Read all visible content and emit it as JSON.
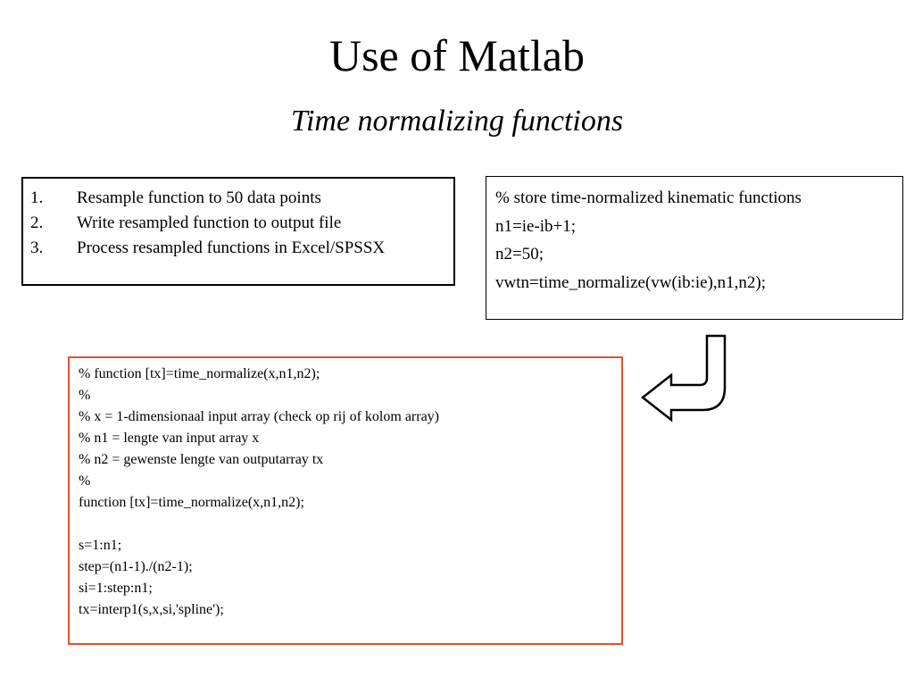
{
  "slide": {
    "title": "Use of Matlab",
    "subtitle": "Time normalizing functions"
  },
  "steps": [
    {
      "num": "1.",
      "text": "Resample function to 50 data points"
    },
    {
      "num": "2.",
      "text": "Write resampled function to output file"
    },
    {
      "num": "3.",
      "text": "Process resampled functions in Excel/SPSSX"
    }
  ],
  "call_code": [
    "% store time-normalized kinematic functions",
    "n1=ie-ib+1;",
    "n2=50;",
    "vwtn=time_normalize(vw(ib:ie),n1,n2);"
  ],
  "function_code": [
    "% function [tx]=time_normalize(x,n1,n2);",
    "%",
    "% x = 1-dimensionaal input array (check op rij of kolom array)",
    "% n1 = lengte van input array x",
    "% n2 = gewenste lengte van outputarray tx",
    "%",
    "function [tx]=time_normalize(x,n1,n2);",
    "",
    "s=1:n1;",
    "step=(n1-1)./(n2-1);",
    "si=1:step:n1;",
    "tx=interp1(s,x,si,'spline');"
  ],
  "icons": {
    "arrow": "curved-return-arrow-icon"
  },
  "colors": {
    "function_box_border": "#e0532c"
  }
}
